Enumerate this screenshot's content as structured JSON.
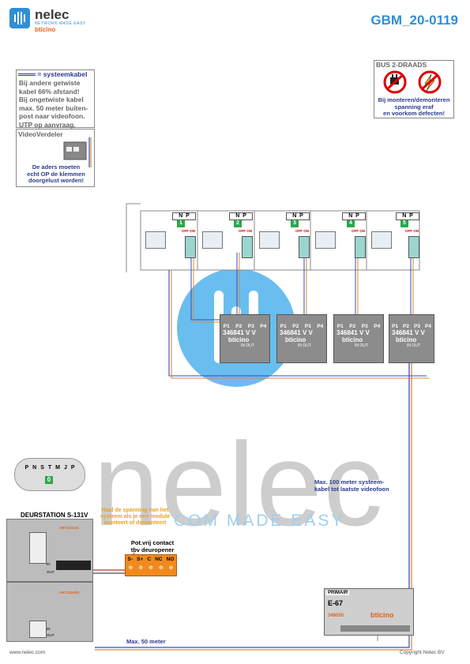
{
  "brand": {
    "name": "nelec",
    "tagline": "NETWORK MADE EASY",
    "partner": "bticino"
  },
  "doc_id": "GBM_20-0119",
  "cable_note": {
    "legend": "= systeemkabel",
    "lines": [
      "Bij andere getwiste",
      "kabel 66% afstand!",
      "Bij ongetwiste kabel",
      "max. 50 meter buiten-",
      "post naar videofoon.",
      "UTP op aanvraag."
    ]
  },
  "video_verdeler": {
    "title": "VideoVerdeler",
    "note_lines": [
      "De aders moeten",
      "echt OP de klemmen",
      "doorgelust worden!"
    ]
  },
  "bus_warning": {
    "title": "BUS 2-DRAADS",
    "lines": [
      "Bij monteren/demonteren",
      "spanning eraf",
      "en voorkom defecten!"
    ]
  },
  "monitors": [
    {
      "n": "N",
      "p": "P",
      "num": "1",
      "offon": "OFF ON"
    },
    {
      "n": "N",
      "p": "P",
      "num": "2",
      "offon": "OFF ON"
    },
    {
      "n": "N",
      "p": "P",
      "num": "3",
      "offon": "OFF ON"
    },
    {
      "n": "N",
      "p": "P",
      "num": "4",
      "offon": "OFF ON"
    },
    {
      "n": "N",
      "p": "P",
      "num": "5",
      "offon": "OFF ON"
    }
  ],
  "splitters": [
    {
      "ports": [
        "P1",
        "P2",
        "P3",
        "P4"
      ],
      "code": "346841",
      "vv": "V V",
      "brand": "bticino",
      "in": "IN",
      "out": "OUT"
    },
    {
      "ports": [
        "P1",
        "P2",
        "P3",
        "P4"
      ],
      "code": "346841",
      "vv": "V V",
      "brand": "bticino",
      "in": "IN",
      "out": "OUT"
    },
    {
      "ports": [
        "P1",
        "P2",
        "P3",
        "P4"
      ],
      "code": "346841",
      "vv": "V V",
      "brand": "bticino",
      "in": "IN",
      "out": "OUT"
    },
    {
      "ports": [
        "P1",
        "P2",
        "P3",
        "P4"
      ],
      "code": "346841",
      "vv": "V V",
      "brand": "bticino",
      "in": "IN",
      "out": "OUT"
    }
  ],
  "terminal": {
    "labels": [
      "P",
      "N",
      "S",
      "T",
      "M",
      "J",
      "P"
    ],
    "value": "0"
  },
  "door_station": {
    "title": "DEURSTATION S-131V",
    "art1": "ART.331101",
    "art2": "ART.332000",
    "in": "IN",
    "out": "OUT"
  },
  "voltage_note": [
    "Haal de spanning van het",
    "systeem als je een module",
    "monteert of demonteert"
  ],
  "relay": {
    "title_lines": [
      "Pot.vrij contact",
      "tbv deuropener"
    ],
    "labels": [
      "S-",
      "S+",
      "C",
      "NC",
      "NO"
    ]
  },
  "power_supply": {
    "label": "PRIMAIR",
    "model": "E-67",
    "code": "346050",
    "brand": "bticino"
  },
  "notes": {
    "max100": [
      "Max. 100 meter systeem-",
      "kabel tot laatste videofoon"
    ],
    "max50": "Max. 50 meter"
  },
  "watermark": {
    "big": "nelec",
    "tag": "COM MADE EASY"
  },
  "footer": {
    "left": "www.nelec.com",
    "right": "Copyright Nelec BV"
  },
  "colors": {
    "accent": "#2f8fd6",
    "brand_orange": "#e0621c",
    "note_orange": "#e8a020",
    "text_blue": "#2b3a8e",
    "wire_blue": "#3a4bb0",
    "wire_orange": "#d88a3a"
  }
}
